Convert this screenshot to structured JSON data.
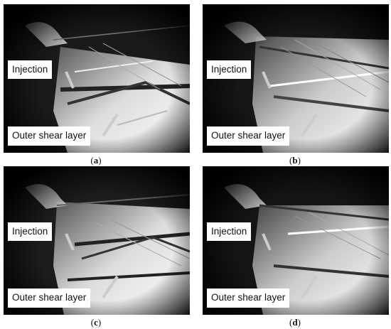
{
  "panels": [
    {
      "id": "a",
      "caption_letter": "a",
      "label_injection": "Injection",
      "label_shear": "Outer shear layer"
    },
    {
      "id": "b",
      "caption_letter": "b",
      "label_injection": "Injection",
      "label_shear": "Outer shear layer"
    },
    {
      "id": "c",
      "caption_letter": "c",
      "label_injection": "Injection",
      "label_shear": "Outer shear layer"
    },
    {
      "id": "d",
      "caption_letter": "d",
      "label_injection": "Injection",
      "label_shear": "Outer shear layer"
    }
  ],
  "colors": {
    "background": "#000000",
    "label_bg": "#ffffff",
    "arrow": "#cccccc"
  }
}
